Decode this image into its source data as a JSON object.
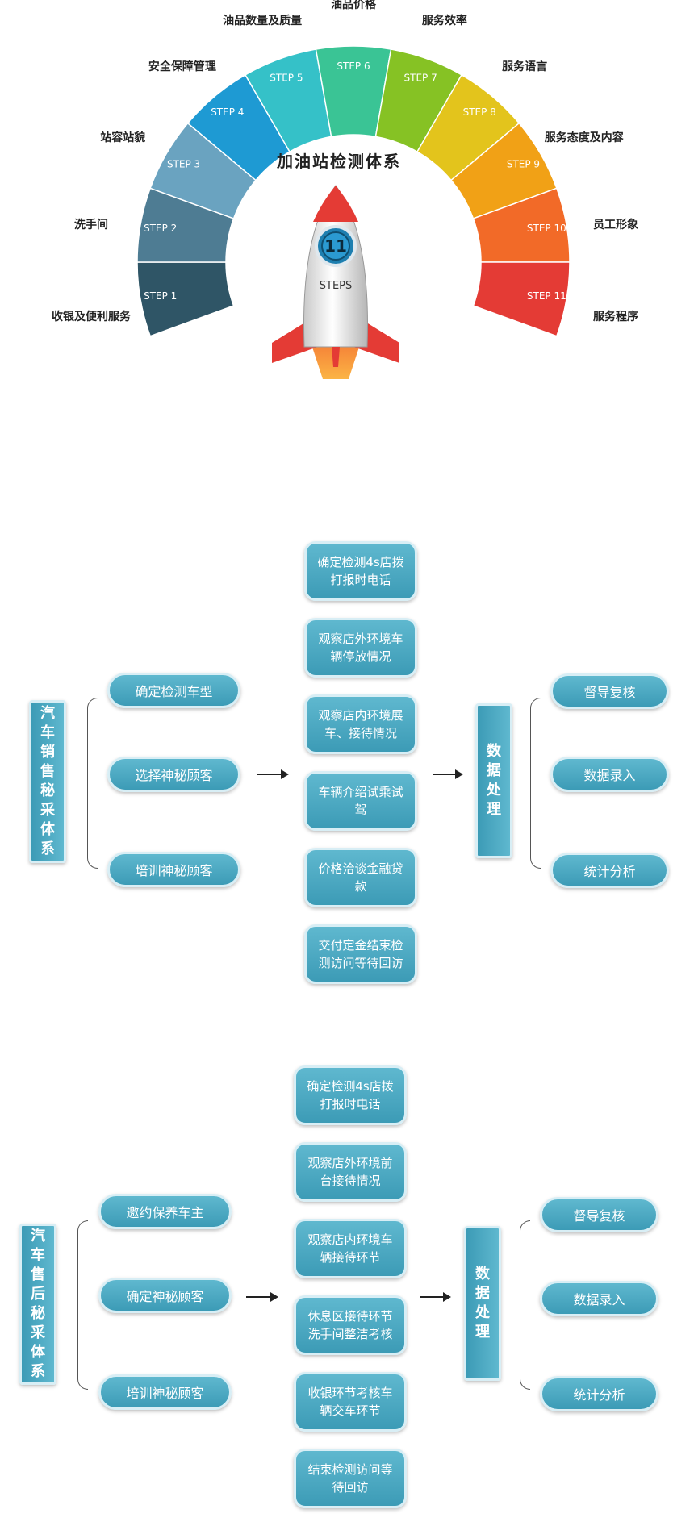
{
  "gauge": {
    "title": "加油站检测体系",
    "rocket_number": "11",
    "rocket_caption": "STEPS",
    "steps": [
      {
        "step": "STEP 1",
        "label": "收银及便利服务",
        "color": "#2f5566"
      },
      {
        "step": "STEP 2",
        "label": "洗手间",
        "color": "#4e7c93"
      },
      {
        "step": "STEP 3",
        "label": "站容站貌",
        "color": "#6aa3c0"
      },
      {
        "step": "STEP 4",
        "label": "安全保障管理",
        "color": "#1e9ad3"
      },
      {
        "step": "STEP 5",
        "label": "油品数量及质量",
        "color": "#35c1c8"
      },
      {
        "step": "STEP 6",
        "label": "油品价格",
        "color": "#3ac495"
      },
      {
        "step": "STEP 7",
        "label": "服务效率",
        "color": "#86c224"
      },
      {
        "step": "STEP 8",
        "label": "服务语言",
        "color": "#e3c41c"
      },
      {
        "step": "STEP 9",
        "label": "服务态度及内容",
        "color": "#f1a116"
      },
      {
        "step": "STEP 10",
        "label": "员工形象",
        "color": "#f26a28"
      },
      {
        "step": "STEP 11",
        "label": "服务程序",
        "color": "#e43b35"
      }
    ]
  },
  "flow1": {
    "title": "汽车销售秘采体系",
    "left_items": [
      "确定检测车型",
      "选择神秘顾客",
      "培训神秘顾客"
    ],
    "middle_items": [
      "确定检测4s店拨打报时电话",
      "观察店外环境车辆停放情况",
      "观察店内环境展车、接待情况",
      "车辆介绍试乘试驾",
      "价格洽谈金融贷款",
      "交付定金结束检测访问等待回访"
    ],
    "process_title": "数据处理",
    "right_items": [
      "督导复核",
      "数据录入",
      "统计分析"
    ]
  },
  "flow2": {
    "title": "汽车售后秘采体系",
    "left_items": [
      "邀约保养车主",
      "确定神秘顾客",
      "培训神秘顾客"
    ],
    "middle_items": [
      "确定检测4s店拨打报时电话",
      "观察店外环境前台接待情况",
      "观察店内环境车辆接待环节",
      "休息区接待环节洗手间整洁考核",
      "收银环节考核车辆交车环节",
      "结束检测访问等待回访"
    ],
    "process_title": "数据处理",
    "right_items": [
      "督导复核",
      "数据录入",
      "统计分析"
    ]
  }
}
